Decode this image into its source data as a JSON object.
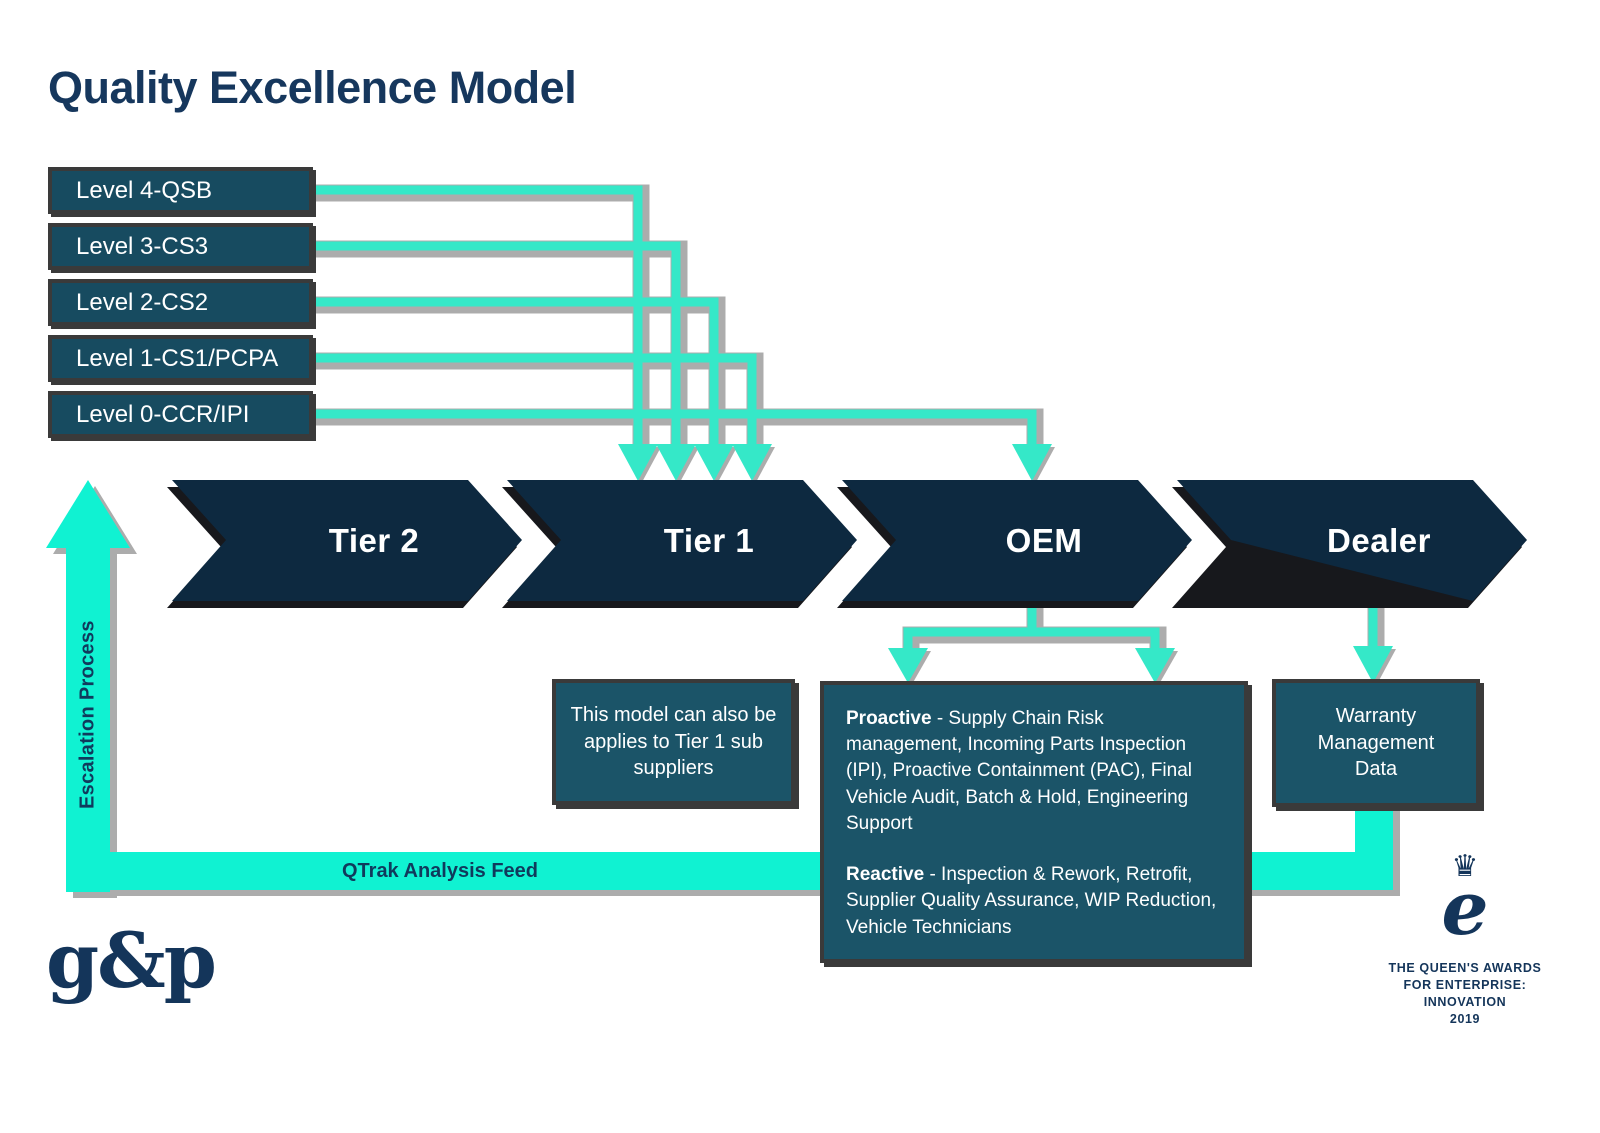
{
  "title": "Quality Excellence Model",
  "levels": [
    "Level 4-QSB",
    "Level 3-CS3",
    "Level 2-CS2",
    "Level 1-CS1/PCPA",
    "Level 0-CCR/IPI"
  ],
  "chevrons": [
    "Tier 2",
    "Tier 1",
    "OEM",
    "Dealer"
  ],
  "escalation_label": "Escalation Process",
  "qtrak_label": "QTrak Analysis Feed",
  "note_box": "This model can also be applies to Tier 1 sub suppliers",
  "main": {
    "proactive": {
      "lead": "Proactive",
      "rest": " - Supply Chain Risk management, Incoming Parts Inspection (IPI), Proactive Containment (PAC), Final Vehicle Audit, Batch & Hold, Engineering Support"
    },
    "reactive": {
      "lead": "Reactive",
      "rest": " - Inspection & Rework, Retrofit, Supplier Quality Assurance, WIP Reduction, Vehicle Technicians"
    }
  },
  "warranty_box": "Warranty Management Data",
  "logos": {
    "gp": "g&p",
    "award_crown": "♛",
    "award_emblem": "e",
    "award_lines": [
      "THE QUEEN'S AWARDS",
      "FOR ENTERPRISE:",
      "INNOVATION",
      "2019"
    ]
  },
  "colors": {
    "navy": "#0d2940",
    "title-navy": "#16375d",
    "level-teal": "#174b60",
    "box-teal": "#1b5468",
    "accent": "#35e8c8",
    "bright": "#10f2d2",
    "shadow-gray": "#acacac",
    "border-dark": "#3a3a3a"
  }
}
